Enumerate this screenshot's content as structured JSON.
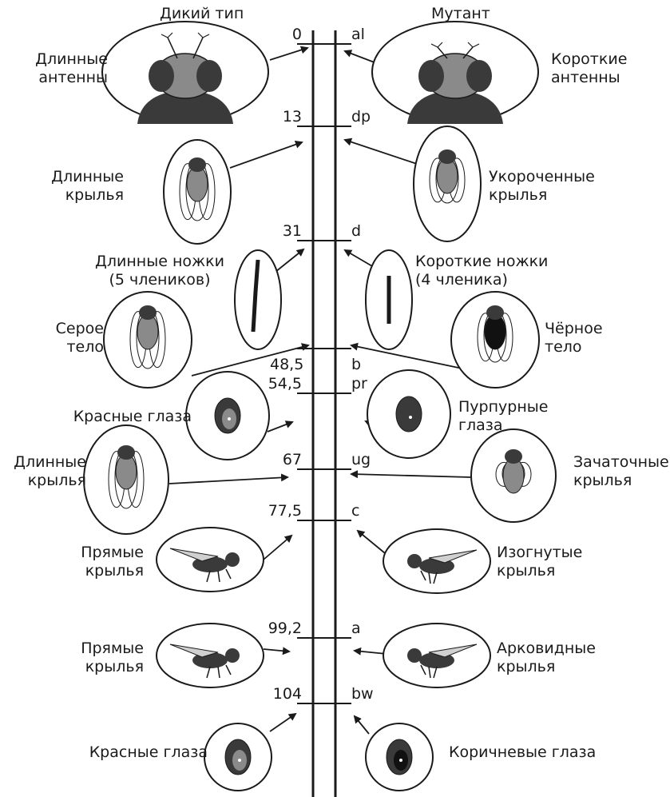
{
  "header": {
    "wild": "Дикий тип",
    "mutant": "Мутант"
  },
  "loci": [
    {
      "pos": "0",
      "gene": "al"
    },
    {
      "pos": "13",
      "gene": "dp"
    },
    {
      "pos": "31",
      "gene": "d"
    },
    {
      "pos": "48,5",
      "gene": "b"
    },
    {
      "pos": "54,5",
      "gene": "pr"
    },
    {
      "pos": "67",
      "gene": "ug"
    },
    {
      "pos": "77,5",
      "gene": "c"
    },
    {
      "pos": "99,2",
      "gene": "a"
    },
    {
      "pos": "104",
      "gene": "bw"
    }
  ],
  "wild_labels": [
    [
      "Длинные",
      "антенны"
    ],
    [
      "Длинные",
      "крылья"
    ],
    [
      "Длинные ножки",
      "(5 члеников)"
    ],
    [
      "Серое",
      "тело"
    ],
    [
      "Красные глаза"
    ],
    [
      "Длинные",
      "крылья"
    ],
    [
      "Прямые",
      "крылья"
    ],
    [
      "Прямые",
      "крылья"
    ],
    [
      "Красные глаза"
    ]
  ],
  "mutant_labels": [
    [
      "Короткие",
      "антенны"
    ],
    [
      "Укороченные",
      "крылья"
    ],
    [
      "Короткие ножки",
      "(4 членика)"
    ],
    [
      "Чёрное",
      "тело"
    ],
    [
      "Пурпурные",
      "глаза"
    ],
    [
      "Зачаточные",
      "крылья"
    ],
    [
      "Изогнутые",
      "крылья"
    ],
    [
      "Арковидные",
      "крылья"
    ],
    [
      "Коричневые глаза"
    ]
  ],
  "colors": {
    "ink": "#1a1a1a",
    "fill_dark": "#3a3a3a",
    "fill_mid": "#8a8a8a",
    "fill_light": "#d0d0d0"
  }
}
